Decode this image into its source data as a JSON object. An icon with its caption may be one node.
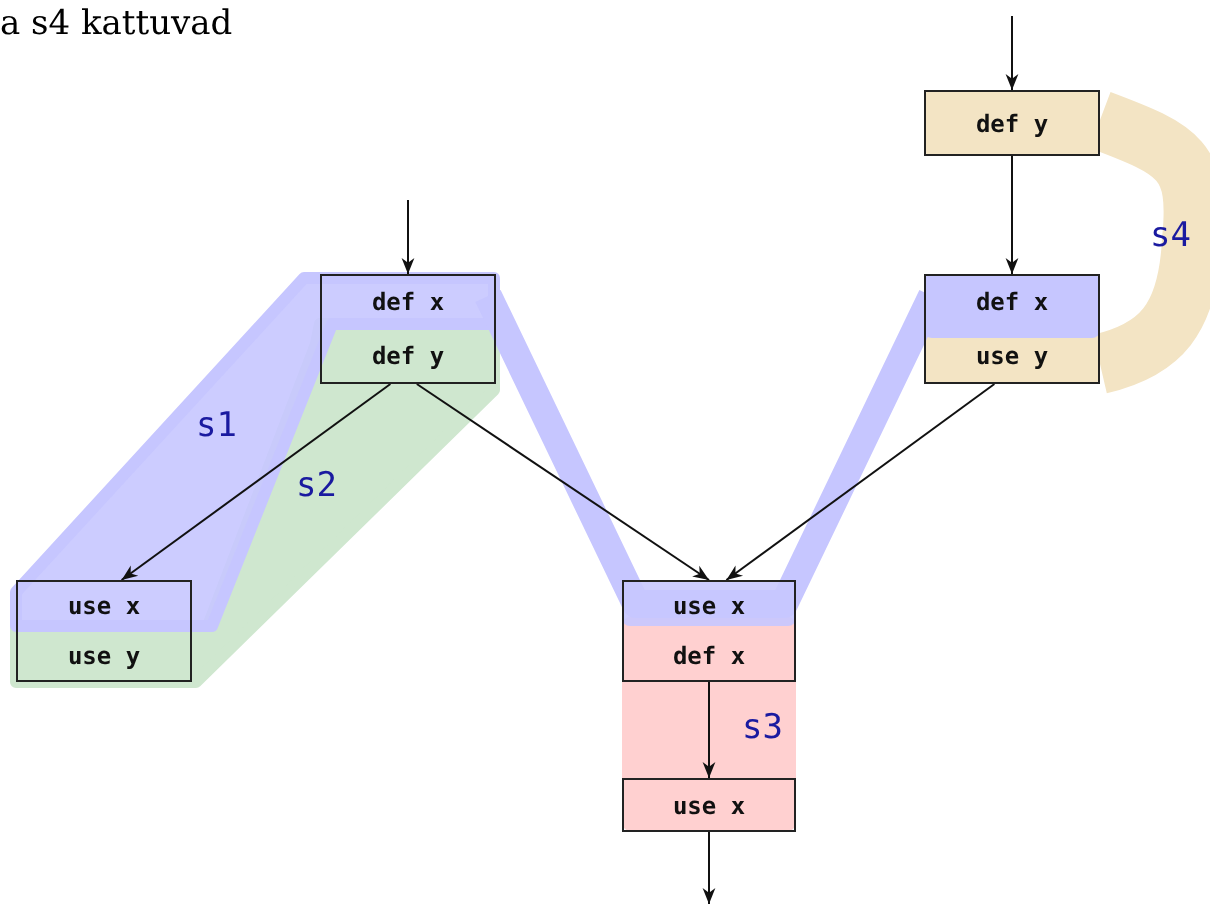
{
  "diagram": {
    "nodes": [
      {
        "text": [
          "def x",
          "def y"
        ]
      },
      {
        "text": [
          "use x",
          "use y"
        ]
      },
      {
        "text": [
          "use x",
          "def x"
        ]
      },
      {
        "text": [
          "use x"
        ]
      },
      {
        "text": [
          "def y"
        ]
      },
      {
        "text": [
          "def x",
          "use y"
        ]
      }
    ],
    "edges": [
      {
        "from": null,
        "to": 0,
        "arrow": "to"
      },
      {
        "from": 0,
        "to": 1,
        "arrow": "to"
      },
      {
        "from": 0,
        "to": 2,
        "arrow": "to"
      },
      {
        "from": 5,
        "to": 2,
        "arrow": "to"
      },
      {
        "from": 2,
        "to": 3,
        "arrow": "to"
      },
      {
        "from": 3,
        "to": null,
        "arrow": "to"
      },
      {
        "from": null,
        "to": 4,
        "arrow": "to"
      },
      {
        "from": 4,
        "to": 5,
        "arrow": "to"
      }
    ],
    "labels": [
      "a s4 kattuvad",
      "s1",
      "s2",
      "s3",
      "s4"
    ]
  }
}
